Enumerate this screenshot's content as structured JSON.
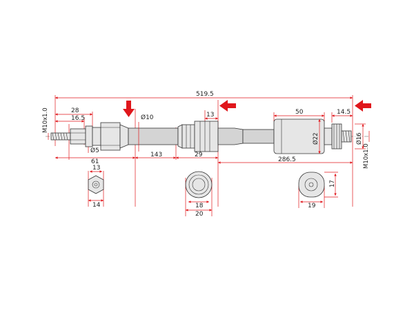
{
  "drawing": {
    "overall_length": "519.5",
    "dims_top": {
      "thread_left": "M10x1.0",
      "d28": "28",
      "d16_5": "16.5",
      "phi10": "Ø10",
      "d13_top": "13",
      "d50": "50",
      "d14_5": "14.5",
      "phi22": "Ø22",
      "phi16": "Ø16",
      "thread_right": "M10x1.0"
    },
    "dims_bottom": {
      "phi5": "Ø5",
      "d61": "61",
      "d143": "143",
      "d29": "29",
      "d286_5": "286.5"
    },
    "end_views": {
      "hex_top": "13",
      "hex_bottom": "14",
      "round_inner": "18",
      "round_outer": "20",
      "flange_height": "17",
      "flange_width": "19"
    },
    "colors": {
      "dimension_red": "#e0161b",
      "outline": "#333333"
    }
  }
}
